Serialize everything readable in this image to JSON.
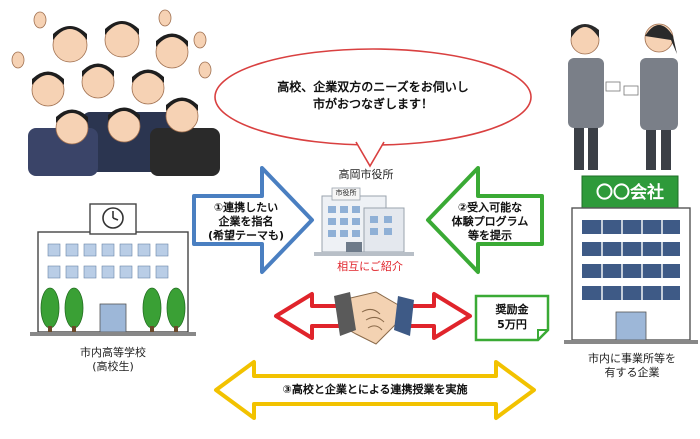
{
  "bubble": {
    "line1": "高校、企業双方のニーズをお伺いし",
    "line2": "市がおつなぎします！"
  },
  "city_office": {
    "name": "高岡市役所",
    "sign": "市役所",
    "intro": "相互にご紹介"
  },
  "left_arrow_text": {
    "line1": "①連携したい",
    "line2": "企業を指名",
    "line3": "(希望テーマも)"
  },
  "right_arrow_text": {
    "line1": "②受入可能な",
    "line2": "体験プログラム",
    "line3": "等を提示"
  },
  "school": {
    "label1": "市内高等学校",
    "label2": "(高校生)"
  },
  "company": {
    "sign": "〇〇会社",
    "label1": "市内に事業所等を",
    "label2": "有する企業"
  },
  "incentive": {
    "line1": "奨励金",
    "line2": "5万円"
  },
  "bottom_arrow_text": "③高校と企業とによる連携授業を実施",
  "colors": {
    "blue_arrow": "#4a7fc1",
    "green_arrow": "#3aaa35",
    "red_arrow": "#e0242b",
    "yellow_arrow": "#f2c200",
    "bubble_stroke": "#d94040",
    "company_sign": "#2e9a3a"
  }
}
